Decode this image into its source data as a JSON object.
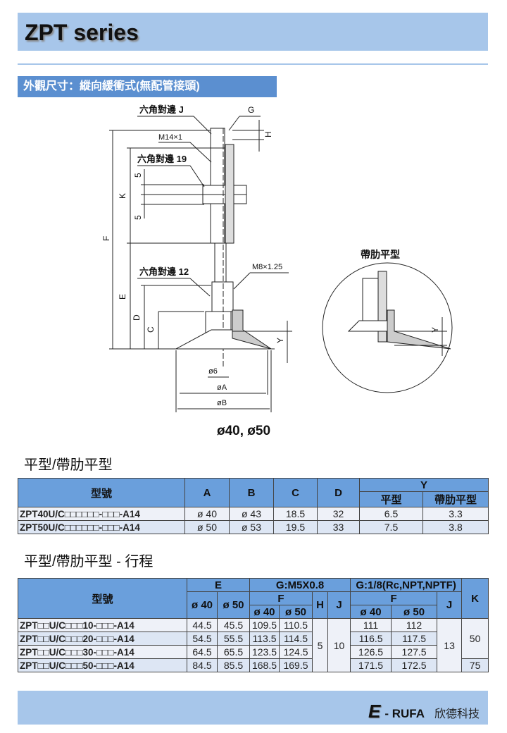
{
  "header": {
    "title": "ZPT series"
  },
  "section": {
    "title": "外觀尺寸：縱向緩衝式(無配管接頭)"
  },
  "drawing": {
    "labels": {
      "hex_j": "六角對邊 J",
      "g": "G",
      "m14": "M14×1",
      "h": "H",
      "hex_19": "六角對邊 19",
      "five_a": "5",
      "k": "K",
      "five_b": "5",
      "f": "F",
      "hex_12": "六角對邊 12",
      "m8": "M8×1.25",
      "e": "E",
      "d": "D",
      "c": "C",
      "y": "Y",
      "phi6": "ø6",
      "phiA": "øA",
      "phiB": "øB",
      "sizes": "ø40, ø50"
    },
    "detail": {
      "title": "帶肋平型",
      "y": "Y"
    }
  },
  "table1": {
    "heading": "平型/帶肋平型",
    "headers": {
      "model": "型號",
      "a": "A",
      "b": "B",
      "c": "C",
      "d": "D",
      "y": "Y",
      "y_flat": "平型",
      "y_rib": "帶肋平型"
    },
    "rows": [
      {
        "model": "ZPT40U/C□□□□□□-□□□-A14",
        "a": "ø 40",
        "b": "ø 43",
        "c": "18.5",
        "d": "32",
        "y_flat": "6.5",
        "y_rib": "3.3"
      },
      {
        "model": "ZPT50U/C□□□□□□-□□□-A14",
        "a": "ø 50",
        "b": "ø 53",
        "c": "19.5",
        "d": "33",
        "y_flat": "7.5",
        "y_rib": "3.8"
      }
    ]
  },
  "table2": {
    "heading": "平型/帶肋平型 - 行程",
    "headers": {
      "model": "型號",
      "e": "E",
      "g1": "G:M5X0.8",
      "g2": "G:1/8(Rc,NPT,NPTF)",
      "f": "F",
      "h": "H",
      "j": "J",
      "k": "K",
      "d40": "ø 40",
      "d50": "ø 50"
    },
    "h_value": "5",
    "j1_value": "10",
    "j2_value": "13",
    "k_values": [
      "50",
      "75"
    ],
    "rows": [
      {
        "model": "ZPT□□U/C□□□10-□□□-A14",
        "e40": "44.5",
        "e50": "45.5",
        "f40": "109.5",
        "f50": "110.5",
        "f2_40": "111",
        "f2_50": "112"
      },
      {
        "model": "ZPT□□U/C□□□20-□□□-A14",
        "e40": "54.5",
        "e50": "55.5",
        "f40": "113.5",
        "f50": "114.5",
        "f2_40": "116.5",
        "f2_50": "117.5"
      },
      {
        "model": "ZPT□□U/C□□□30-□□□-A14",
        "e40": "64.5",
        "e50": "65.5",
        "f40": "123.5",
        "f50": "124.5",
        "f2_40": "126.5",
        "f2_50": "127.5"
      },
      {
        "model": "ZPT□□U/C□□□50-□□□-A14",
        "e40": "84.5",
        "e50": "85.5",
        "f40": "168.5",
        "f50": "169.5",
        "f2_40": "171.5",
        "f2_50": "172.5"
      }
    ]
  },
  "footer": {
    "logo_e": "E",
    "logo_rufa": "- RUFA",
    "company": "欣德科技"
  }
}
